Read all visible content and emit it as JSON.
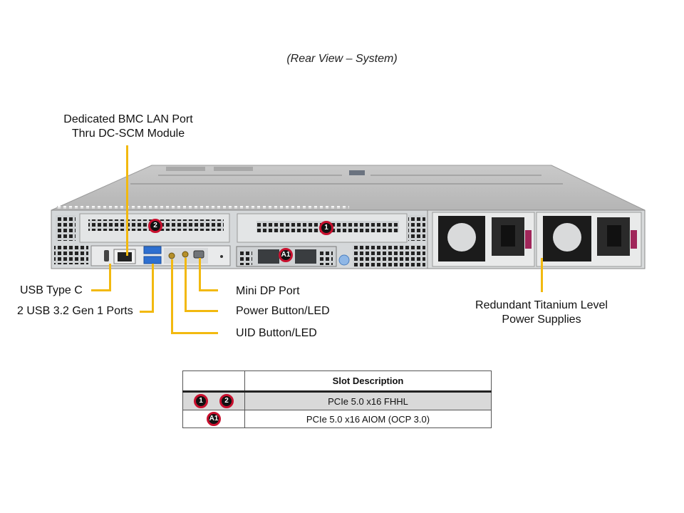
{
  "caption": "(Rear View – System)",
  "callouts": {
    "bmc_lan": [
      "Dedicated BMC LAN Port",
      "Thru  DC-SCM Module"
    ],
    "usb_c": "USB Type  C",
    "usb_ports": "2 USB 3.2 Gen 1 Ports",
    "mini_dp": "Mini  DP Port",
    "power_button": "Power Button/LED",
    "uid_button": "UID  Button/LED",
    "psu": [
      "Redundant  Titanium  Level",
      "Power Supplies"
    ]
  },
  "slot_badges": {
    "slot1": "1",
    "slot2": "2",
    "aiom": "A1"
  },
  "colors": {
    "leader_line": "#f2b90f",
    "badge_ring": "#c8102e",
    "badge_fill": "#111111",
    "table_shade": "#d9d9d9"
  },
  "slot_table": {
    "header": [
      "",
      "Slot Description"
    ],
    "rows": [
      {
        "badges": [
          "1",
          "2"
        ],
        "description": "PCIe  5.0  x16  FHHL"
      },
      {
        "badges": [
          "A1"
        ],
        "description": "PCIe  5.0  x16  AIOM  (OCP  3.0)"
      }
    ]
  }
}
